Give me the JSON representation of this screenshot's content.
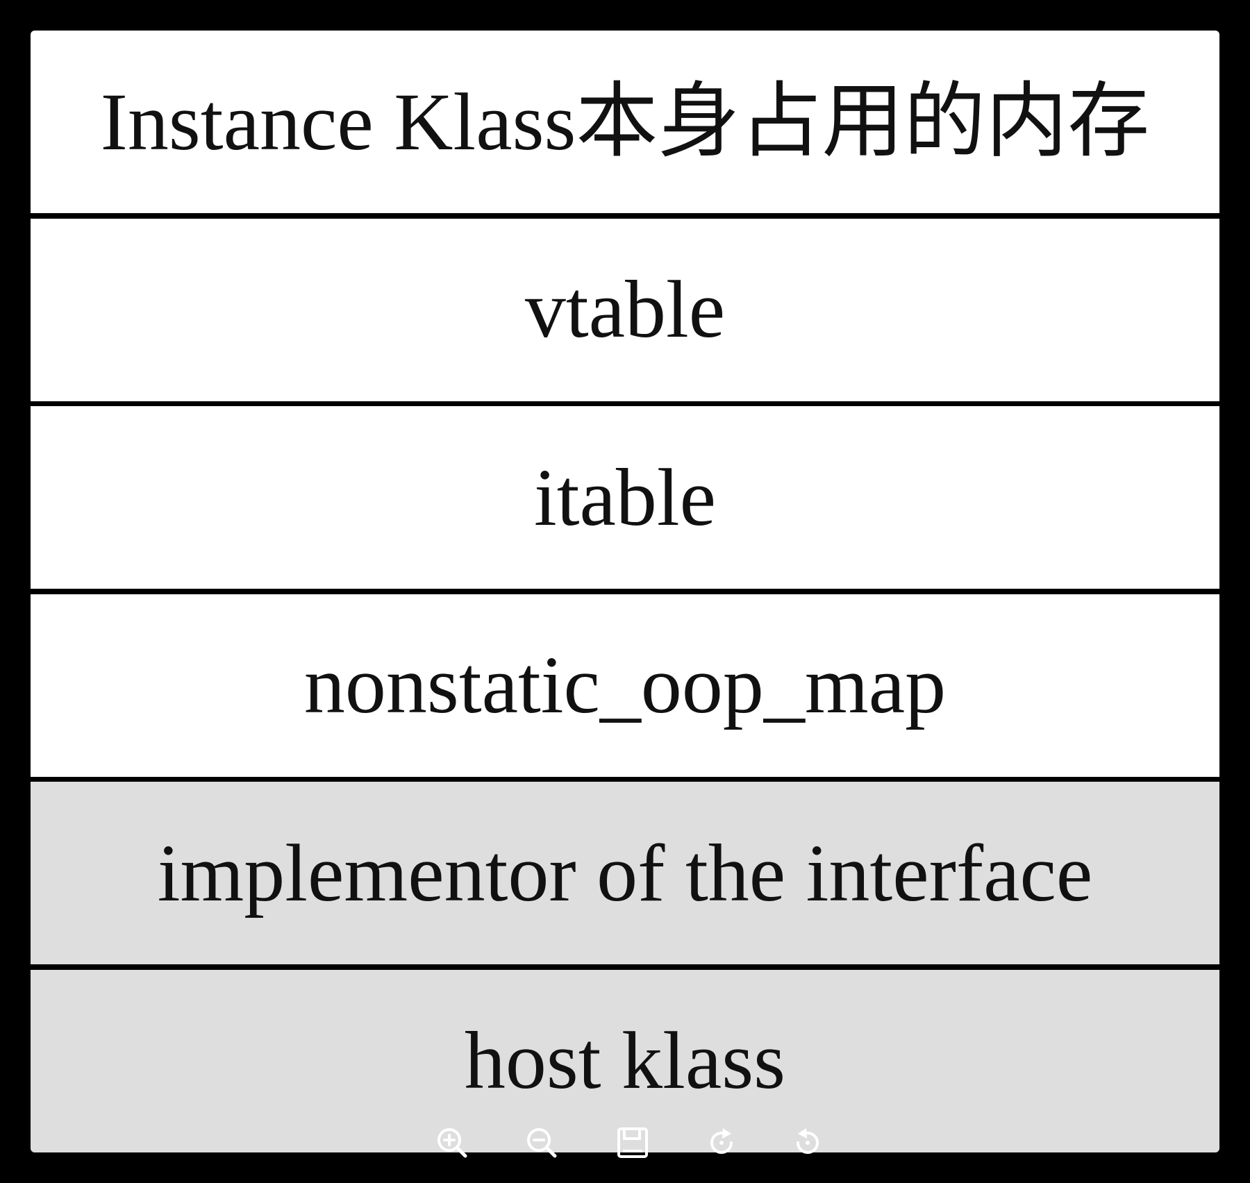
{
  "diagram": {
    "blocks": [
      {
        "label": "Instance Klass本身占用的内存",
        "fill": "#ffffff"
      },
      {
        "label": "vtable",
        "fill": "#ffffff"
      },
      {
        "label": "itable",
        "fill": "#ffffff"
      },
      {
        "label": "nonstatic_oop_map",
        "fill": "#ffffff"
      },
      {
        "label": "implementor of the interface",
        "fill": "#dedede"
      },
      {
        "label": "host klass",
        "fill": "#dedede"
      }
    ]
  },
  "toolbar": {
    "icons": [
      "zoom-in-icon",
      "zoom-out-icon",
      "save-icon",
      "rotate-clockwise-icon",
      "rotate-counterclockwise-icon"
    ]
  },
  "colors": {
    "background": "#000000",
    "block_white": "#ffffff",
    "block_gray": "#dedede",
    "icon": "#ffffff"
  }
}
